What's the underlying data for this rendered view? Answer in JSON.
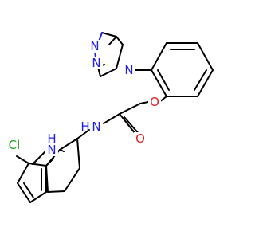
{
  "molecule": {
    "colors": {
      "bond": "#000000",
      "nitrogen": "#2020e8",
      "oxygen": "#e02020",
      "chlorine": "#1fa01f"
    },
    "labels": {
      "triazole_n1": "N",
      "triazole_n2": "N",
      "triazole_n4": "N",
      "ether_o": "O",
      "carbonyl_o": "O",
      "amide_n": "N",
      "amide_h": "H",
      "indole_n": "N",
      "indole_h": "H",
      "chlorine": "Cl"
    }
  }
}
